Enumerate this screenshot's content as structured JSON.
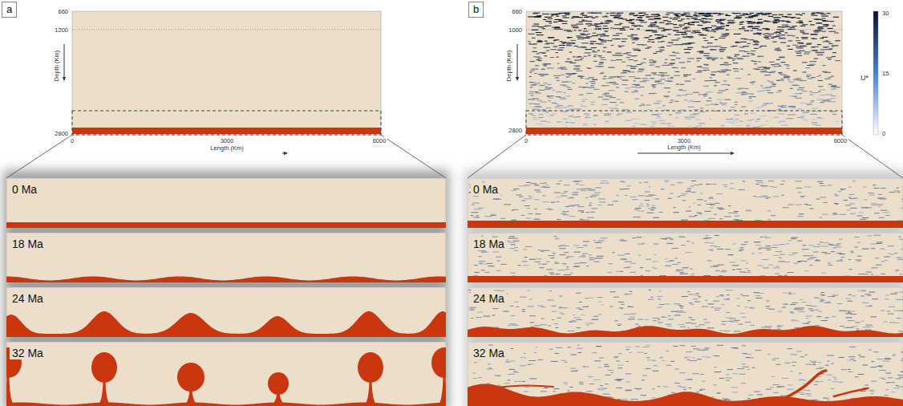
{
  "diagram": {
    "nodes": [
      {
        "text": [
          "a"
        ]
      },
      {
        "text": [
          "b"
        ]
      },
      {
        "text": [
          "0 Ma"
        ]
      },
      {
        "text": [
          "18 Ma"
        ]
      },
      {
        "text": [
          "24 Ma"
        ]
      },
      {
        "text": [
          "32 Ma"
        ]
      },
      {
        "text": [
          "0 Ma"
        ]
      },
      {
        "text": [
          "18 Ma"
        ]
      },
      {
        "text": [
          "24 Ma"
        ]
      },
      {
        "text": [
          "32 Ma"
        ]
      }
    ],
    "labels": [
      "660",
      "1200",
      "Depth (Km)",
      "2800",
      "0",
      "3000",
      "6000",
      "Length (Km)",
      "660",
      "1000",
      "Depth (Km)",
      "2800",
      "0",
      "3000",
      "6000",
      "Length (Km)",
      "30",
      "15",
      "0",
      "U*"
    ]
  }
}
